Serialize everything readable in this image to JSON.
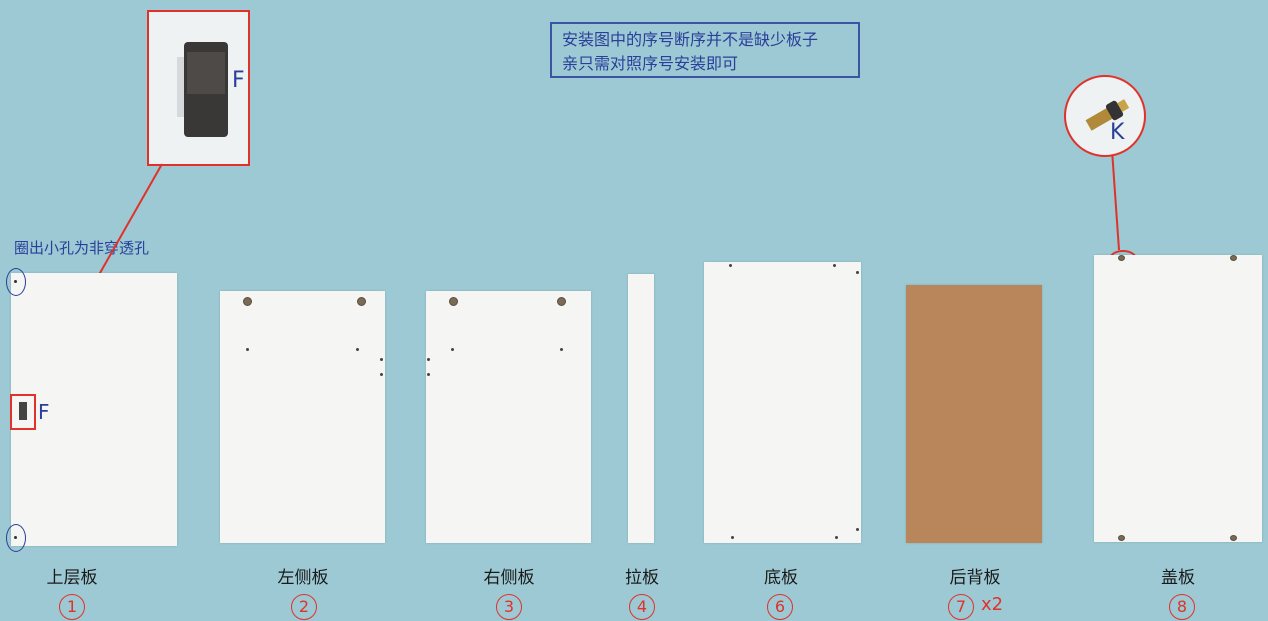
{
  "note": {
    "line1": "安装图中的序号断序并不是缺少板子",
    "line2": "亲只需对照序号安装即可"
  },
  "hint_text": "圈出小孔为非穿透孔",
  "callouts": {
    "f": "F",
    "k": "K"
  },
  "parts": [
    {
      "name": "上层板",
      "number": "1"
    },
    {
      "name": "左侧板",
      "number": "2"
    },
    {
      "name": "右侧板",
      "number": "3"
    },
    {
      "name": "拉板",
      "number": "4"
    },
    {
      "name": "底板",
      "number": "6"
    },
    {
      "name": "后背板",
      "number": "7",
      "qty": "x2"
    },
    {
      "name": "盖板",
      "number": "8"
    }
  ],
  "colors": {
    "accent_red": "#e0322a",
    "accent_blue": "#2a3f9a",
    "background": "#9cc9d3"
  }
}
